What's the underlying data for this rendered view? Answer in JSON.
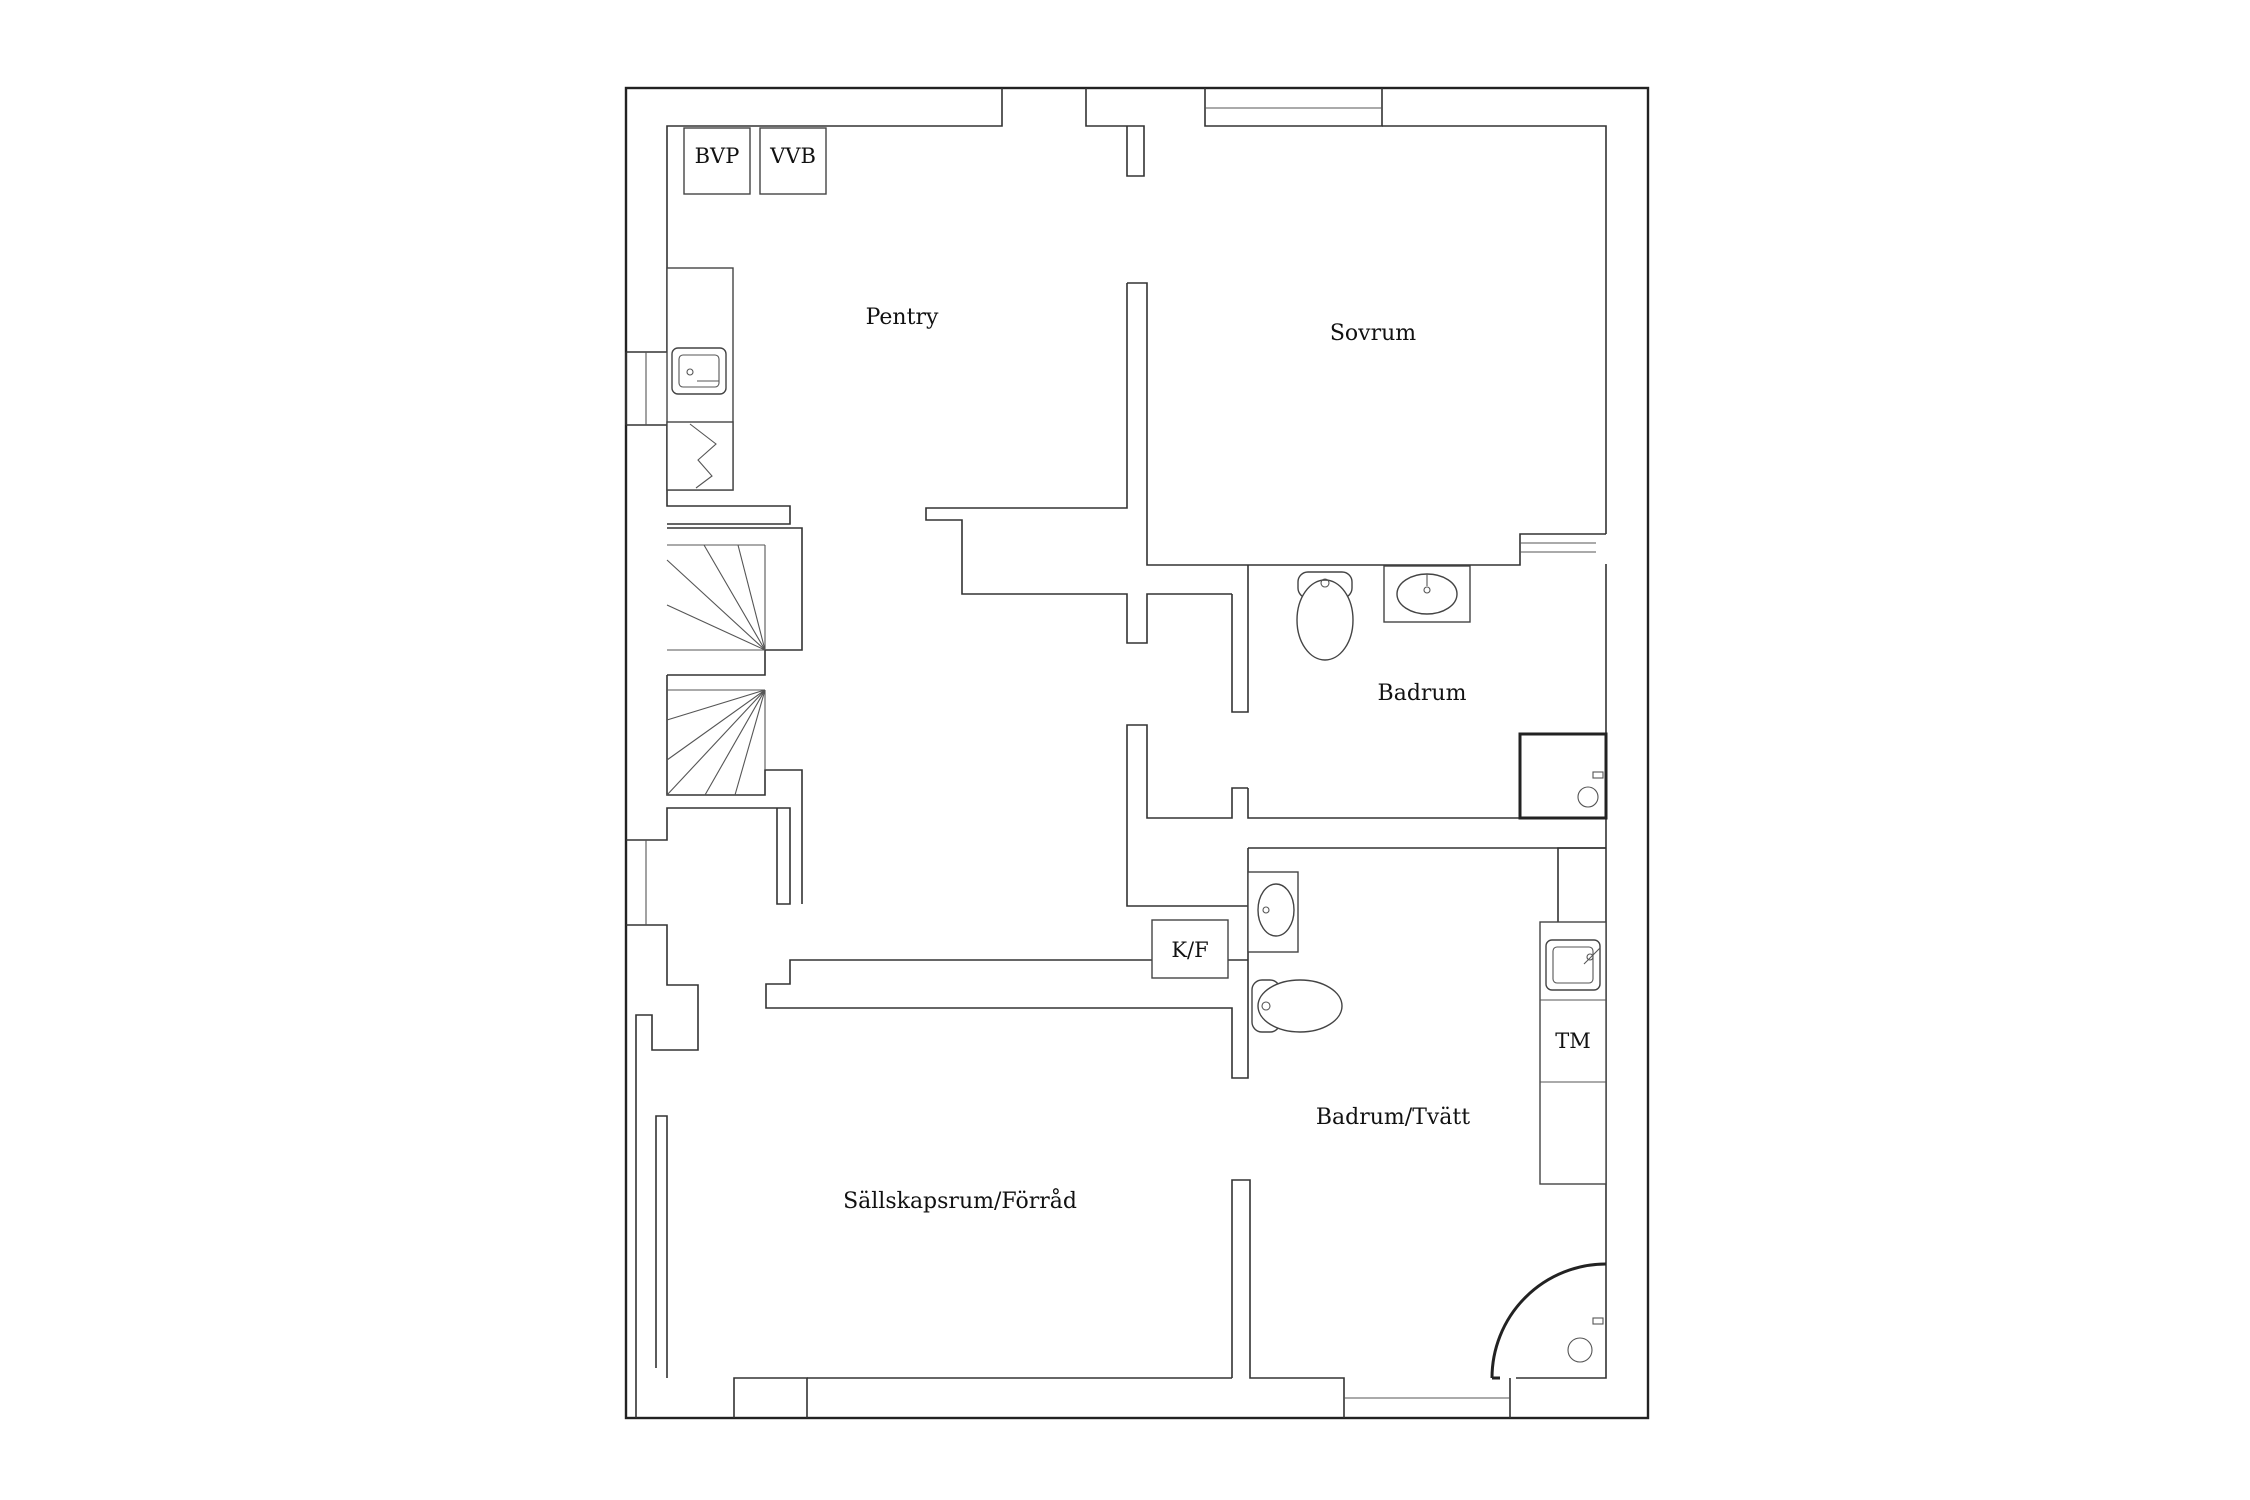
{
  "rooms": {
    "pentry": "Pentry",
    "sovrum": "Sovrum",
    "badrum": "Badrum",
    "badrum_tvatt": "Badrum/Tvätt",
    "sallskapsrum": "Sällskapsrum/Förråd"
  },
  "fixtures": {
    "bvp": "BVP",
    "vvb": "VVB",
    "kf": "K/F",
    "tm": "TM"
  }
}
